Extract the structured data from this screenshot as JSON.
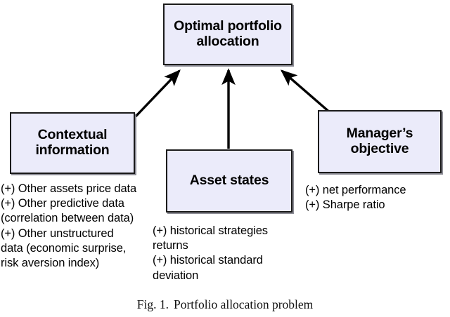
{
  "figure": {
    "caption_label": "Fig. 1.",
    "caption_title": "Portfolio allocation problem"
  },
  "colors": {
    "box_fill": "#ebebfa",
    "box_border": "#1a1a1a",
    "arrow": "#000000",
    "text": "#000000",
    "background": "#ffffff"
  },
  "nodes": {
    "top": {
      "label": "Optimal portfolio\nallocation"
    },
    "context": {
      "label": "Contextual\ninformation",
      "notes": "(+) Other assets price data\n(+) Other predictive data\n(correlation between data)\n(+) Other unstructured\ndata (economic surprise,\nrisk aversion index)"
    },
    "asset": {
      "label": "Asset states",
      "notes": "(+) historical strategies\nreturns\n(+) historical standard\ndeviation"
    },
    "manager": {
      "label": "Manager’s\nobjective",
      "notes": "(+) net performance\n(+) Sharpe ratio"
    }
  },
  "edges": [
    {
      "name": "context-to-top",
      "from": "context",
      "to": "top",
      "style": "solid-arrow"
    },
    {
      "name": "asset-to-top",
      "from": "asset",
      "to": "top",
      "style": "solid-arrow"
    },
    {
      "name": "manager-to-top",
      "from": "manager",
      "to": "top",
      "style": "solid-arrow"
    }
  ]
}
